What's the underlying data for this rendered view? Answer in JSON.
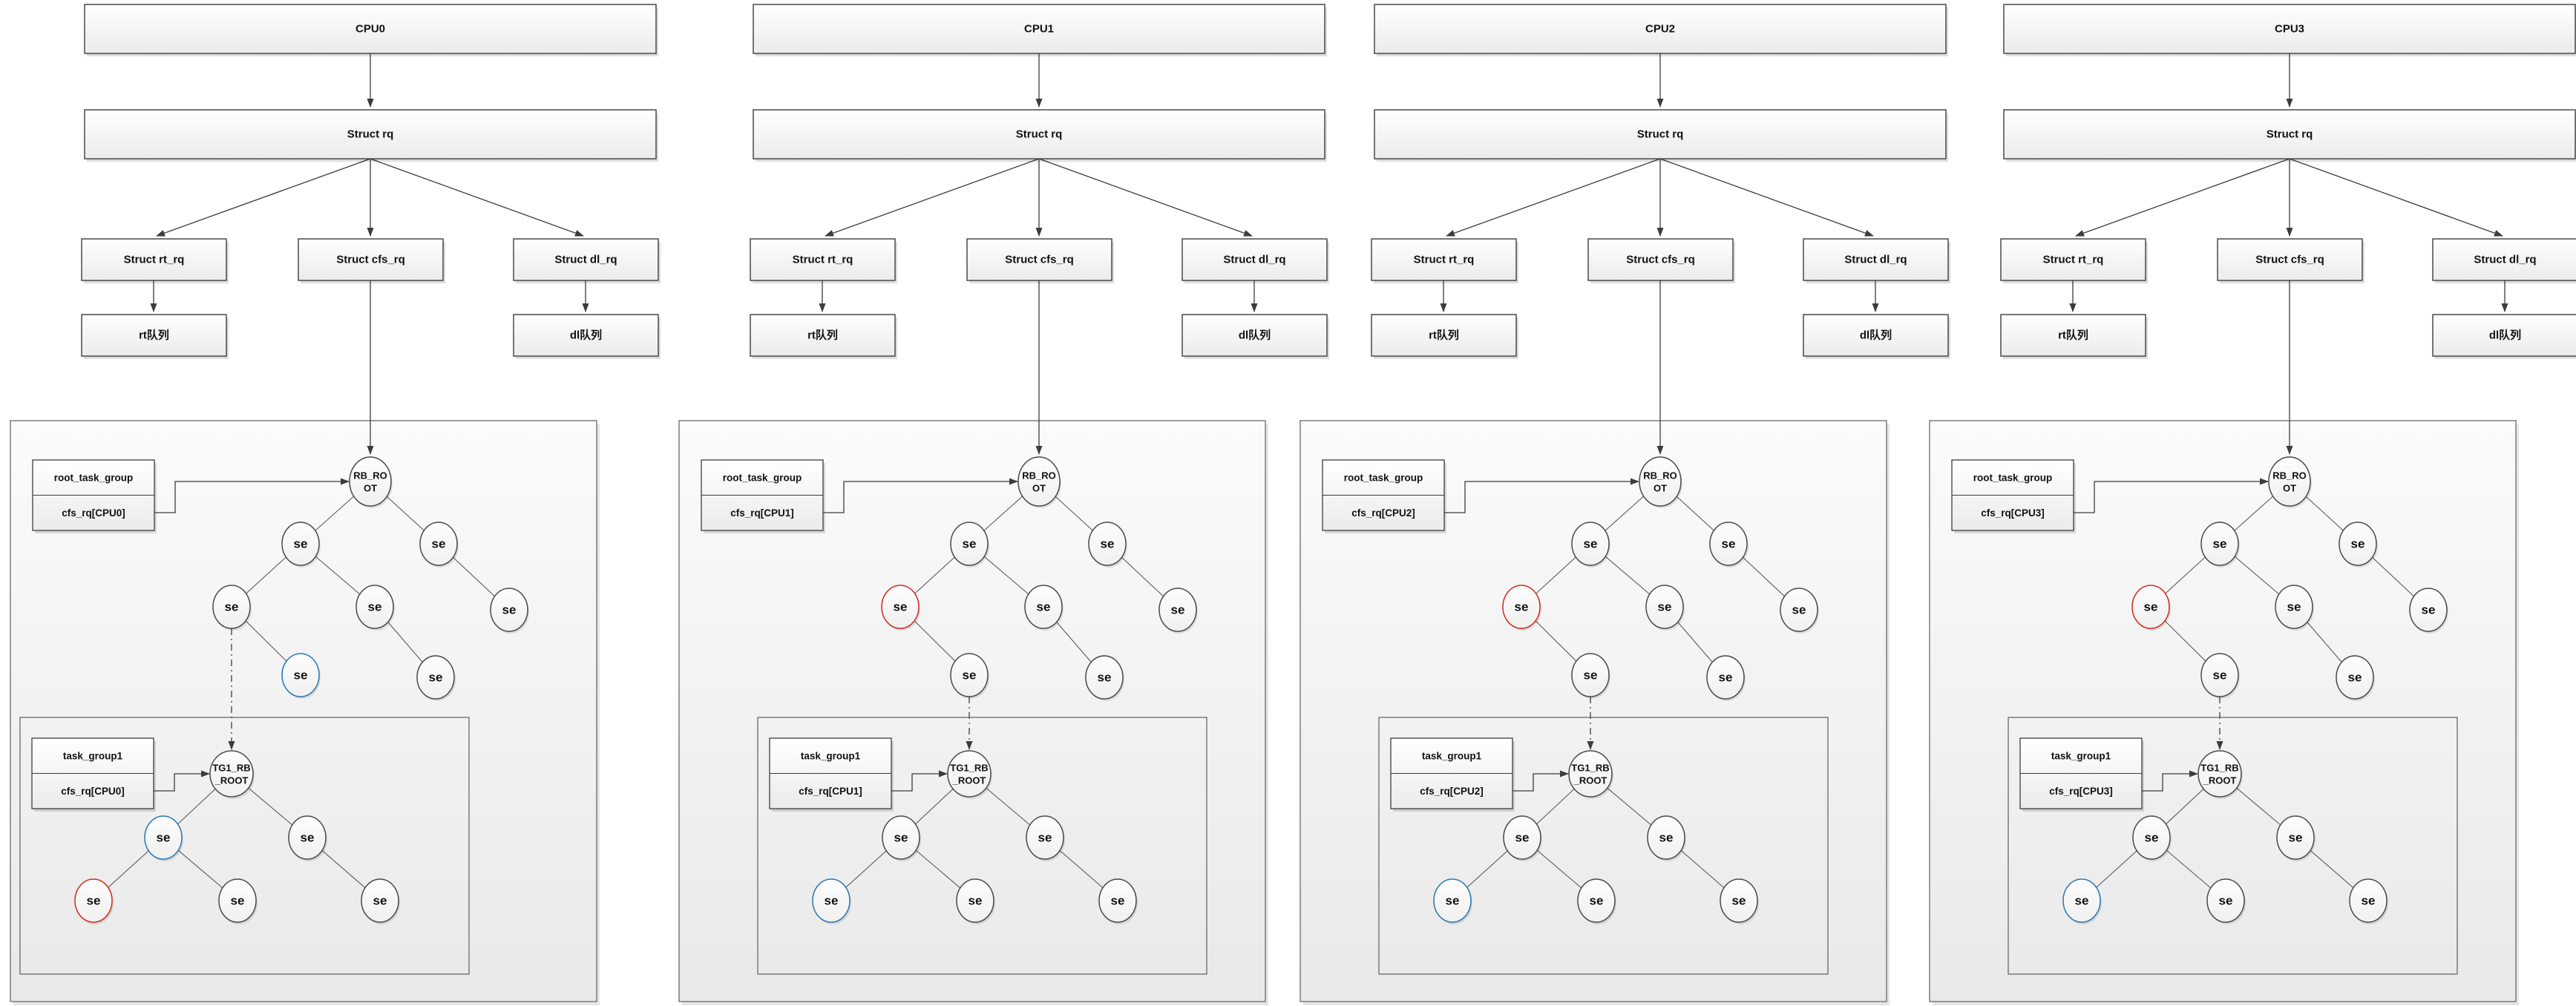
{
  "diagram": "per-cpu-scheduler-runqueues",
  "labels": {
    "struct_rq": "Struct rq",
    "struct_rt_rq": "Struct rt_rq",
    "struct_cfs_rq": "Struct cfs_rq",
    "struct_dl_rq": "Struct dl_rq",
    "rt_queue": "rt队列",
    "dl_queue": "dl队列",
    "root_task_group": "root_task_group",
    "task_group1": "task_group1",
    "rb_root": "RB_ROOT",
    "rb_root_lines": [
      "RB_RO",
      "OT"
    ],
    "tg1_root": "TG1_RB_ROOT",
    "tg1_root_lines": [
      "TG1_RB",
      "_ROOT"
    ],
    "se": "se"
  },
  "colors": {
    "red": "#d8271a",
    "blue": "#2677b8",
    "node_stroke": "#4a4a4a",
    "edge": "#5a5a5a",
    "arrow": "#3c3c3c",
    "box_border": "#3d3d3d",
    "outline_border": "#5f5f5f",
    "text": "#111111"
  },
  "topology": {
    "outer": {
      "root_slot": "root",
      "se_slots": [
        "L",
        "R",
        "LL",
        "LR",
        "RR",
        "X1",
        "X2"
      ],
      "edges": [
        [
          "root",
          "L"
        ],
        [
          "root",
          "R"
        ],
        [
          "L",
          "LL"
        ],
        [
          "L",
          "LR"
        ],
        [
          "R",
          "RR"
        ],
        [
          "LL",
          "X1"
        ],
        [
          "LR",
          "X2"
        ]
      ]
    },
    "inner": {
      "root_slot": "root",
      "se_slots": [
        "L",
        "R",
        "LL",
        "LR",
        "RR"
      ],
      "edges": [
        [
          "root",
          "L"
        ],
        [
          "root",
          "R"
        ],
        [
          "L",
          "LL"
        ],
        [
          "L",
          "LR"
        ],
        [
          "R",
          "RR"
        ]
      ]
    }
  },
  "panels": [
    {
      "cpu": "CPU0",
      "cfs_ref": "cfs_rq[CPU0]",
      "outer_colors": {
        "X1": "blue"
      },
      "inner_colors": {
        "L": "blue",
        "LL": "red"
      },
      "tg_link_from": "LL"
    },
    {
      "cpu": "CPU1",
      "cfs_ref": "cfs_rq[CPU1]",
      "outer_colors": {
        "LL": "red"
      },
      "inner_colors": {
        "LL": "blue"
      },
      "tg_link_from": "X1"
    },
    {
      "cpu": "CPU2",
      "cfs_ref": "cfs_rq[CPU2]",
      "outer_colors": {
        "LL": "red"
      },
      "inner_colors": {
        "LL": "blue"
      },
      "tg_link_from": "X1"
    },
    {
      "cpu": "CPU3",
      "cfs_ref": "cfs_rq[CPU3]",
      "outer_colors": {
        "LL": "red"
      },
      "inner_colors": {
        "LL": "blue"
      },
      "tg_link_from": "X1"
    }
  ]
}
